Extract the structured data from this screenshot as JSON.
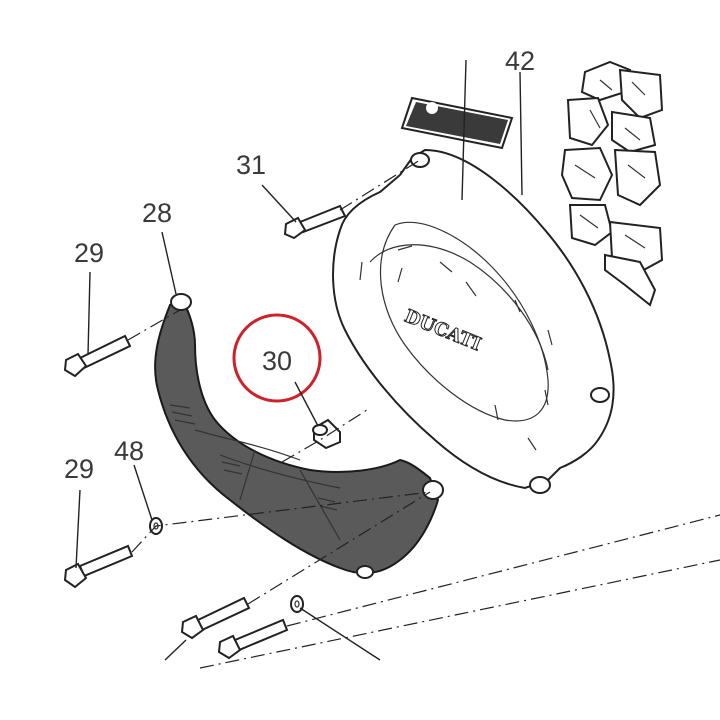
{
  "callouts": {
    "c42": "42",
    "c31": "31",
    "c28": "28",
    "c29_top": "29",
    "c30": "30",
    "c48": "48",
    "c29_bottom": "29"
  },
  "cover_logo": "DUCATI",
  "highlight_color": "#d0202a",
  "guard_color": "#5a5a5a"
}
